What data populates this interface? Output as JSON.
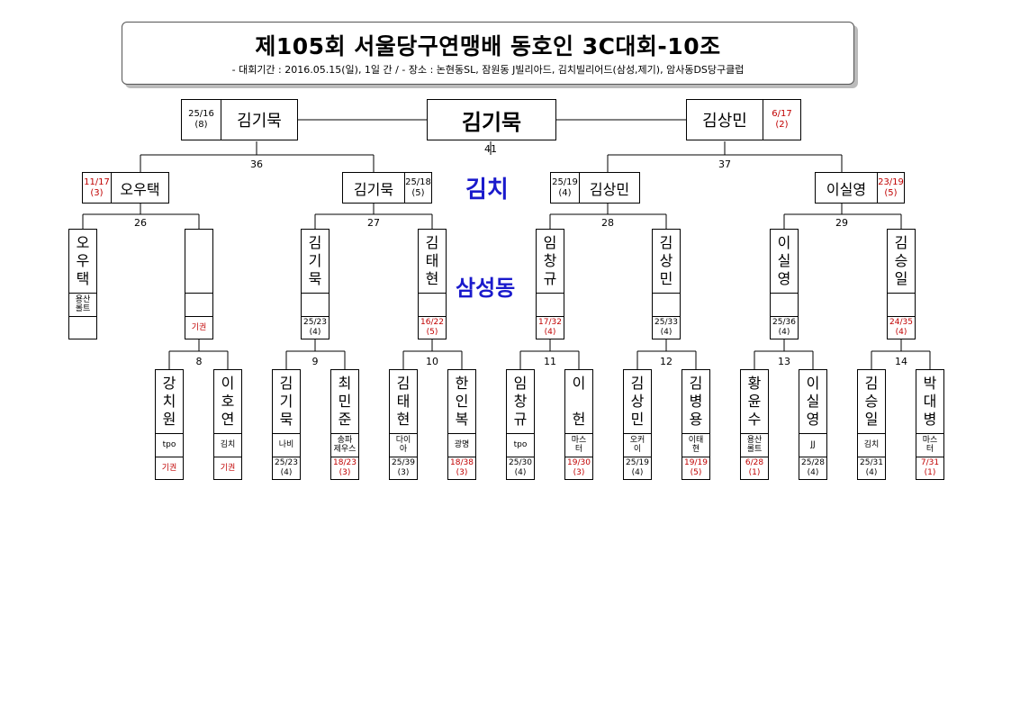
{
  "header": {
    "title": "제105회 서울당구연맹배 동호인 3C대회-10조",
    "subtitle": "-  대회기간 : 2016.05.15(일), 1일 간 / - 장소 : 논현동SL, 잠원동 J빌리아드, 김치빌리어드(삼성,제기), 암사동DS당구클럽"
  },
  "venues": {
    "upper": "김치",
    "lower": "삼성동"
  },
  "final": {
    "champion": "김기묵",
    "left": {
      "name": "김기묵",
      "score": "25/16",
      "inning": "(8)"
    },
    "right": {
      "name": "김상민",
      "score": "6/17",
      "inning": "(2)"
    },
    "match_no": "41"
  },
  "semis": {
    "left_no": "36",
    "right_no": "37",
    "a": {
      "name": "오우택",
      "score": "11/17",
      "inning": "(3)"
    },
    "b": {
      "name": "김기묵",
      "score": "25/18",
      "inning": "(5)"
    },
    "c": {
      "name": "김상민",
      "score": "25/19",
      "inning": "(4)"
    },
    "d": {
      "name": "이실영",
      "score": "23/19",
      "inning": "(5)"
    }
  },
  "quarters": {
    "no": [
      "26",
      "27",
      "28",
      "29"
    ],
    "players": [
      {
        "name": [
          "오",
          "우",
          "택"
        ],
        "club": [
          "용산",
          "롤트"
        ],
        "score": "",
        "inning": ""
      },
      {
        "name": [],
        "club": [],
        "score": "기권",
        "inning": ""
      },
      {
        "name": [
          "김",
          "기",
          "묵"
        ],
        "club": [],
        "score": "25/23",
        "inning": "(4)"
      },
      {
        "name": [
          "김",
          "태",
          "현"
        ],
        "club": [],
        "score": "16/22",
        "inning": "(5)"
      },
      {
        "name": [
          "임",
          "창",
          "규"
        ],
        "club": [],
        "score": "17/32",
        "inning": "(4)"
      },
      {
        "name": [
          "김",
          "상",
          "민"
        ],
        "club": [],
        "score": "25/33",
        "inning": "(4)"
      },
      {
        "name": [
          "이",
          "실",
          "영"
        ],
        "club": [],
        "score": "25/36",
        "inning": "(4)"
      },
      {
        "name": [
          "김",
          "승",
          "일"
        ],
        "club": [],
        "score": "24/35",
        "inning": "(4)"
      }
    ]
  },
  "first_round": {
    "no": [
      "8",
      "9",
      "10",
      "11",
      "12",
      "13",
      "14"
    ],
    "players": [
      {
        "name": [
          "강",
          "치",
          "원"
        ],
        "club": [
          "tpo"
        ],
        "score": "기권",
        "inning": ""
      },
      {
        "name": [
          "이",
          "호",
          "연"
        ],
        "club": [
          "김치"
        ],
        "score": "기권",
        "inning": ""
      },
      {
        "name": [
          "김",
          "기",
          "묵"
        ],
        "club": [
          "나비"
        ],
        "score": "25/23",
        "inning": "(4)"
      },
      {
        "name": [
          "최",
          "민",
          "준"
        ],
        "club": [
          "송파",
          "제우스"
        ],
        "score": "18/23",
        "inning": "(3)"
      },
      {
        "name": [
          "김",
          "태",
          "현"
        ],
        "club": [
          "다이",
          "아"
        ],
        "score": "25/39",
        "inning": "(3)"
      },
      {
        "name": [
          "한",
          "인",
          "복"
        ],
        "club": [
          "광명"
        ],
        "score": "18/38",
        "inning": "(3)"
      },
      {
        "name": [
          "임",
          "창",
          "규"
        ],
        "club": [
          "tpo"
        ],
        "score": "25/30",
        "inning": "(4)"
      },
      {
        "name": [
          "이",
          "",
          "헌"
        ],
        "club": [
          "마스",
          "터"
        ],
        "score": "19/30",
        "inning": "(3)"
      },
      {
        "name": [
          "김",
          "상",
          "민"
        ],
        "club": [
          "오커",
          "이"
        ],
        "score": "25/19",
        "inning": "(4)"
      },
      {
        "name": [
          "김",
          "병",
          "용"
        ],
        "club": [
          "이태",
          "현"
        ],
        "score": "19/19",
        "inning": "(5)"
      },
      {
        "name": [
          "황",
          "윤",
          "수"
        ],
        "club": [
          "용산",
          "롤트"
        ],
        "score": "6/28",
        "inning": "(1)"
      },
      {
        "name": [
          "이",
          "실",
          "영"
        ],
        "club": [
          "JJ"
        ],
        "score": "25/28",
        "inning": "(4)"
      },
      {
        "name": [
          "김",
          "승",
          "일"
        ],
        "club": [
          "김치"
        ],
        "score": "25/31",
        "inning": "(4)"
      },
      {
        "name": [
          "박",
          "대",
          "병"
        ],
        "club": [
          "마스",
          "터"
        ],
        "score": "7/31",
        "inning": "(1)"
      }
    ]
  },
  "colors": {
    "loser": "#c00000",
    "venue": "#1a1acc"
  }
}
